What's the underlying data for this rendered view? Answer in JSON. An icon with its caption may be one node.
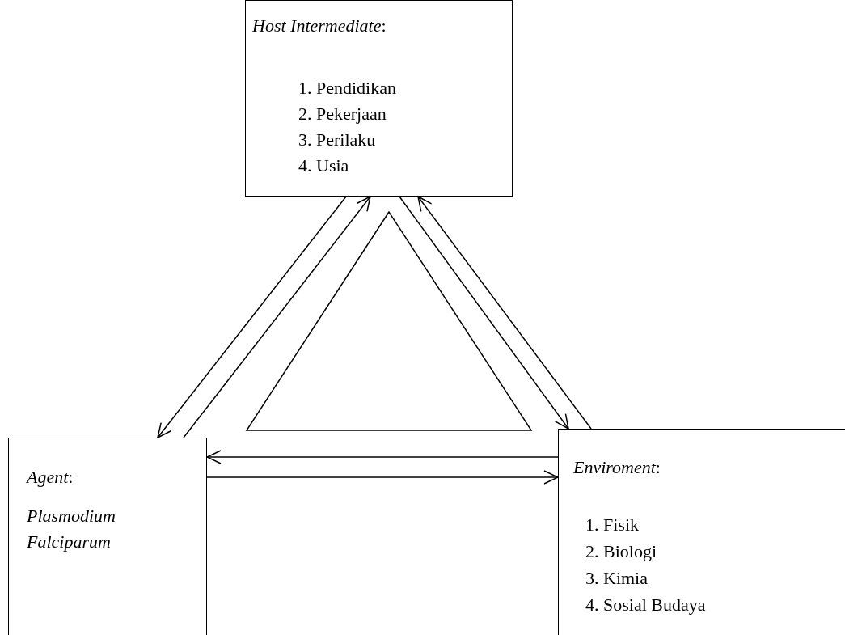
{
  "diagram": {
    "nodes": [
      {
        "text": [
          "*Host Intermediate*:",
          "1. Pendidikan",
          "2. Pekerjaan",
          "3. Perilaku",
          "4. Usia"
        ]
      },
      {
        "text": [],
        "shape": "triangle"
      },
      {
        "text": [
          "*Agent*:",
          "Plasmodium Falciparum"
        ]
      },
      {
        "text": [
          "*Enviroment*:",
          "1. Fisik",
          "2. Biologi",
          "3. Kimia",
          "4. Sosial Budaya"
        ]
      }
    ],
    "edges": [
      {
        "from": 0,
        "to": 2,
        "arrow": "to"
      },
      {
        "from": 2,
        "to": 0,
        "arrow": "to"
      },
      {
        "from": 3,
        "to": 0,
        "arrow": "to"
      },
      {
        "from": 0,
        "to": 3,
        "arrow": "to"
      },
      {
        "from": 3,
        "to": 2,
        "arrow": "to"
      },
      {
        "from": 2,
        "to": 3,
        "arrow": "to"
      }
    ]
  }
}
